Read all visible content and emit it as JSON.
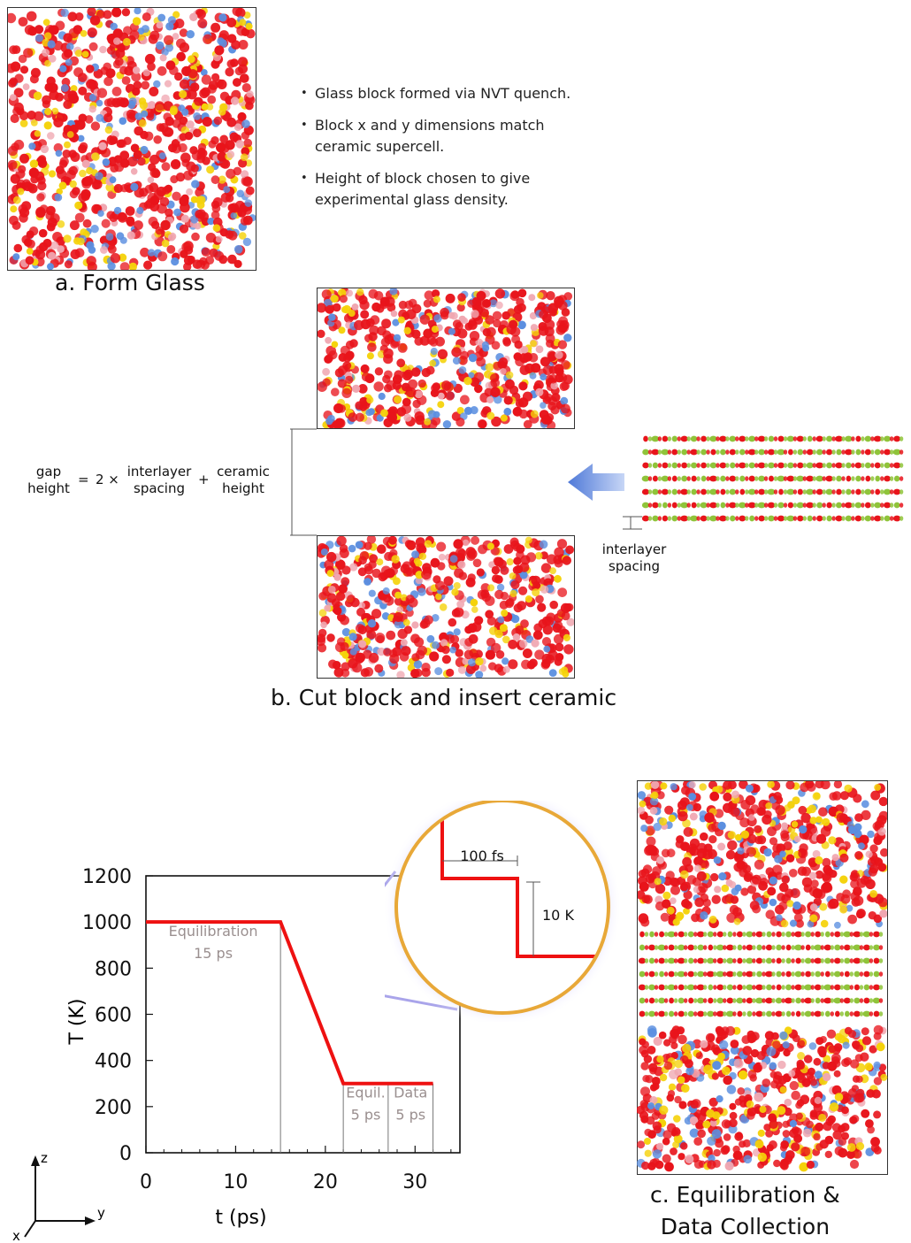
{
  "panel_a": {
    "caption": "a. Form Glass",
    "bullets": [
      "Glass block formed via NVT quench.",
      "Block x and y dimensions match ceramic supercell.",
      "Height of block chosen to give experimental glass density."
    ]
  },
  "panel_b": {
    "caption": "b. Cut block and insert ceramic",
    "equation": {
      "lhs_line1": "gap",
      "lhs_line2": "height",
      "equals": "=",
      "factor": "2 ×",
      "term1_line1": "interlayer",
      "term1_line2": "spacing",
      "plus": "+",
      "term2_line1": "ceramic",
      "term2_line2": "height"
    },
    "spacing_label_line1": "interlayer",
    "spacing_label_line2": "spacing"
  },
  "panel_c": {
    "caption_line1": "c.  Equilibration &",
    "caption_line2": "Data Collection"
  },
  "coordinate_axes": {
    "z": "z",
    "y": "y",
    "x": "x"
  },
  "colors": {
    "oxygen": "#e8141b",
    "yellow_atom": "#f5d20a",
    "blue_atom": "#5b8fe0",
    "pink_atom": "#f0a6b0",
    "green_atom": "#8fc43a",
    "arrow_blue": "#6f93e0",
    "temperature_line": "#ee1111",
    "magnifier_ring": "#e8a838"
  },
  "chart_data": {
    "type": "line",
    "xlabel": "t (ps)",
    "ylabel": "T (K)",
    "xlim": [
      0,
      35
    ],
    "ylim": [
      0,
      1200
    ],
    "xticks": [
      0,
      10,
      20,
      30
    ],
    "yticks": [
      0,
      200,
      400,
      600,
      800,
      1000,
      1200
    ],
    "series": [
      {
        "x": [
          0,
          15,
          22,
          32
        ],
        "y": [
          1000,
          1000,
          300,
          300
        ]
      }
    ],
    "phases": [
      {
        "label_line1": "Equilibration",
        "label_line2": "15 ps",
        "start": 0,
        "end": 15
      },
      {
        "label_line1": "Equil.",
        "label_line2": "5 ps",
        "start": 22,
        "end": 27
      },
      {
        "label_line1": "Data",
        "label_line2": "5 ps",
        "start": 27,
        "end": 32
      }
    ],
    "inset": {
      "step_time": "100 fs",
      "step_temp": "10 K"
    }
  }
}
